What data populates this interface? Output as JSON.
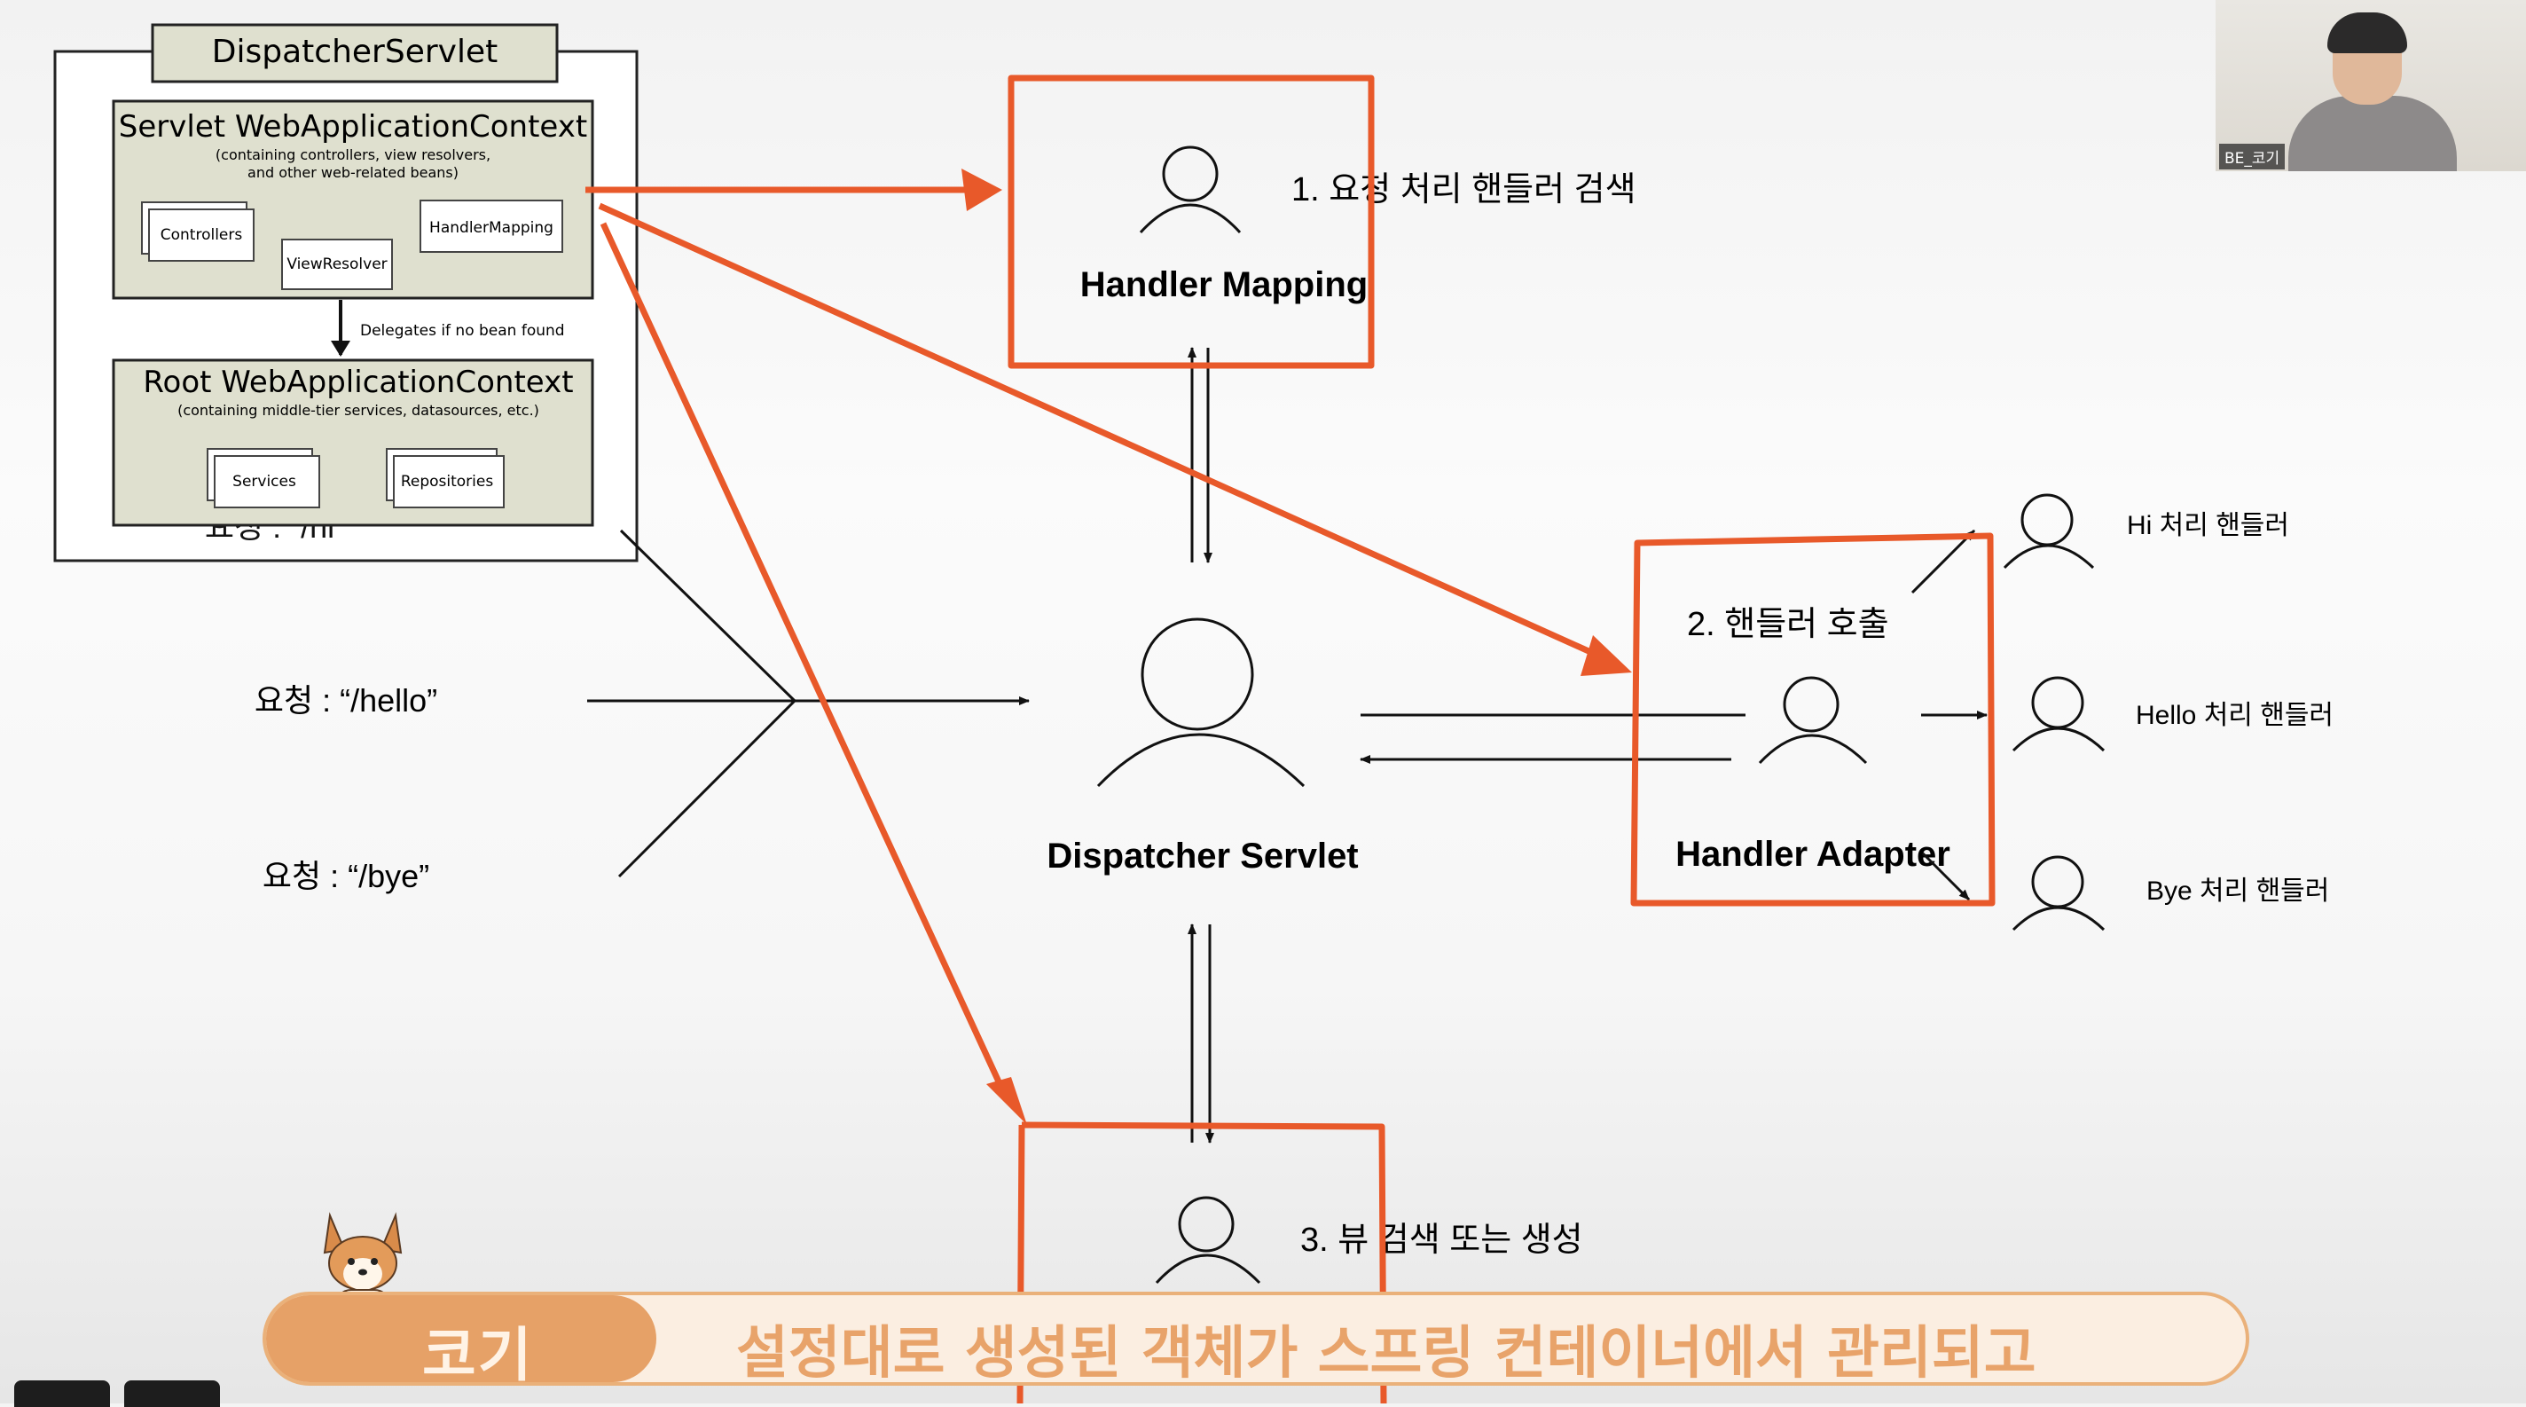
{
  "diagram": {
    "spring_box": {
      "title": "DispatcherServlet",
      "servlet_context": {
        "title": "Servlet WebApplicationContext",
        "desc_line1": "(containing controllers, view resolvers,",
        "desc_line2": "and other web-related beans)",
        "items": [
          "Controllers",
          "ViewResolver",
          "HandlerMapping"
        ]
      },
      "delegates_label": "Delegates if no bean found",
      "root_context": {
        "title": "Root WebApplicationContext",
        "desc": "(containing middle-tier services, datasources, etc.)",
        "items": [
          "Services",
          "Repositories"
        ]
      },
      "hidden_request_label": "요청 : “/hi”"
    },
    "requests": [
      {
        "label": "요청 : “/hello”"
      },
      {
        "label": "요청 : “/bye”"
      }
    ],
    "handler_mapping": {
      "title": "Handler Mapping",
      "step": "1. 요청 처리 핸들러 검색"
    },
    "dispatcher": {
      "title": "Dispatcher Servlet"
    },
    "handler_adapter": {
      "title": "Handler Adapter",
      "step": "2. 핸들러 호출"
    },
    "handlers": [
      {
        "label": "Hi 처리 핸들러"
      },
      {
        "label": "Hello 처리 핸들러"
      },
      {
        "label": "Bye 처리 핸들러"
      }
    ],
    "view_resolver": {
      "step": "3. 뷰 검색 또는 생성"
    }
  },
  "webcam": {
    "name_tag": "BE_코기"
  },
  "subtitle": {
    "speaker": "코기",
    "text": "설정대로 생성된 객체가 스프링 컨테이너에서 관리되고"
  },
  "colors": {
    "highlight": "#e8592a",
    "subtitle_orange": "#e6a167",
    "box_fill": "#dfe0cf"
  }
}
